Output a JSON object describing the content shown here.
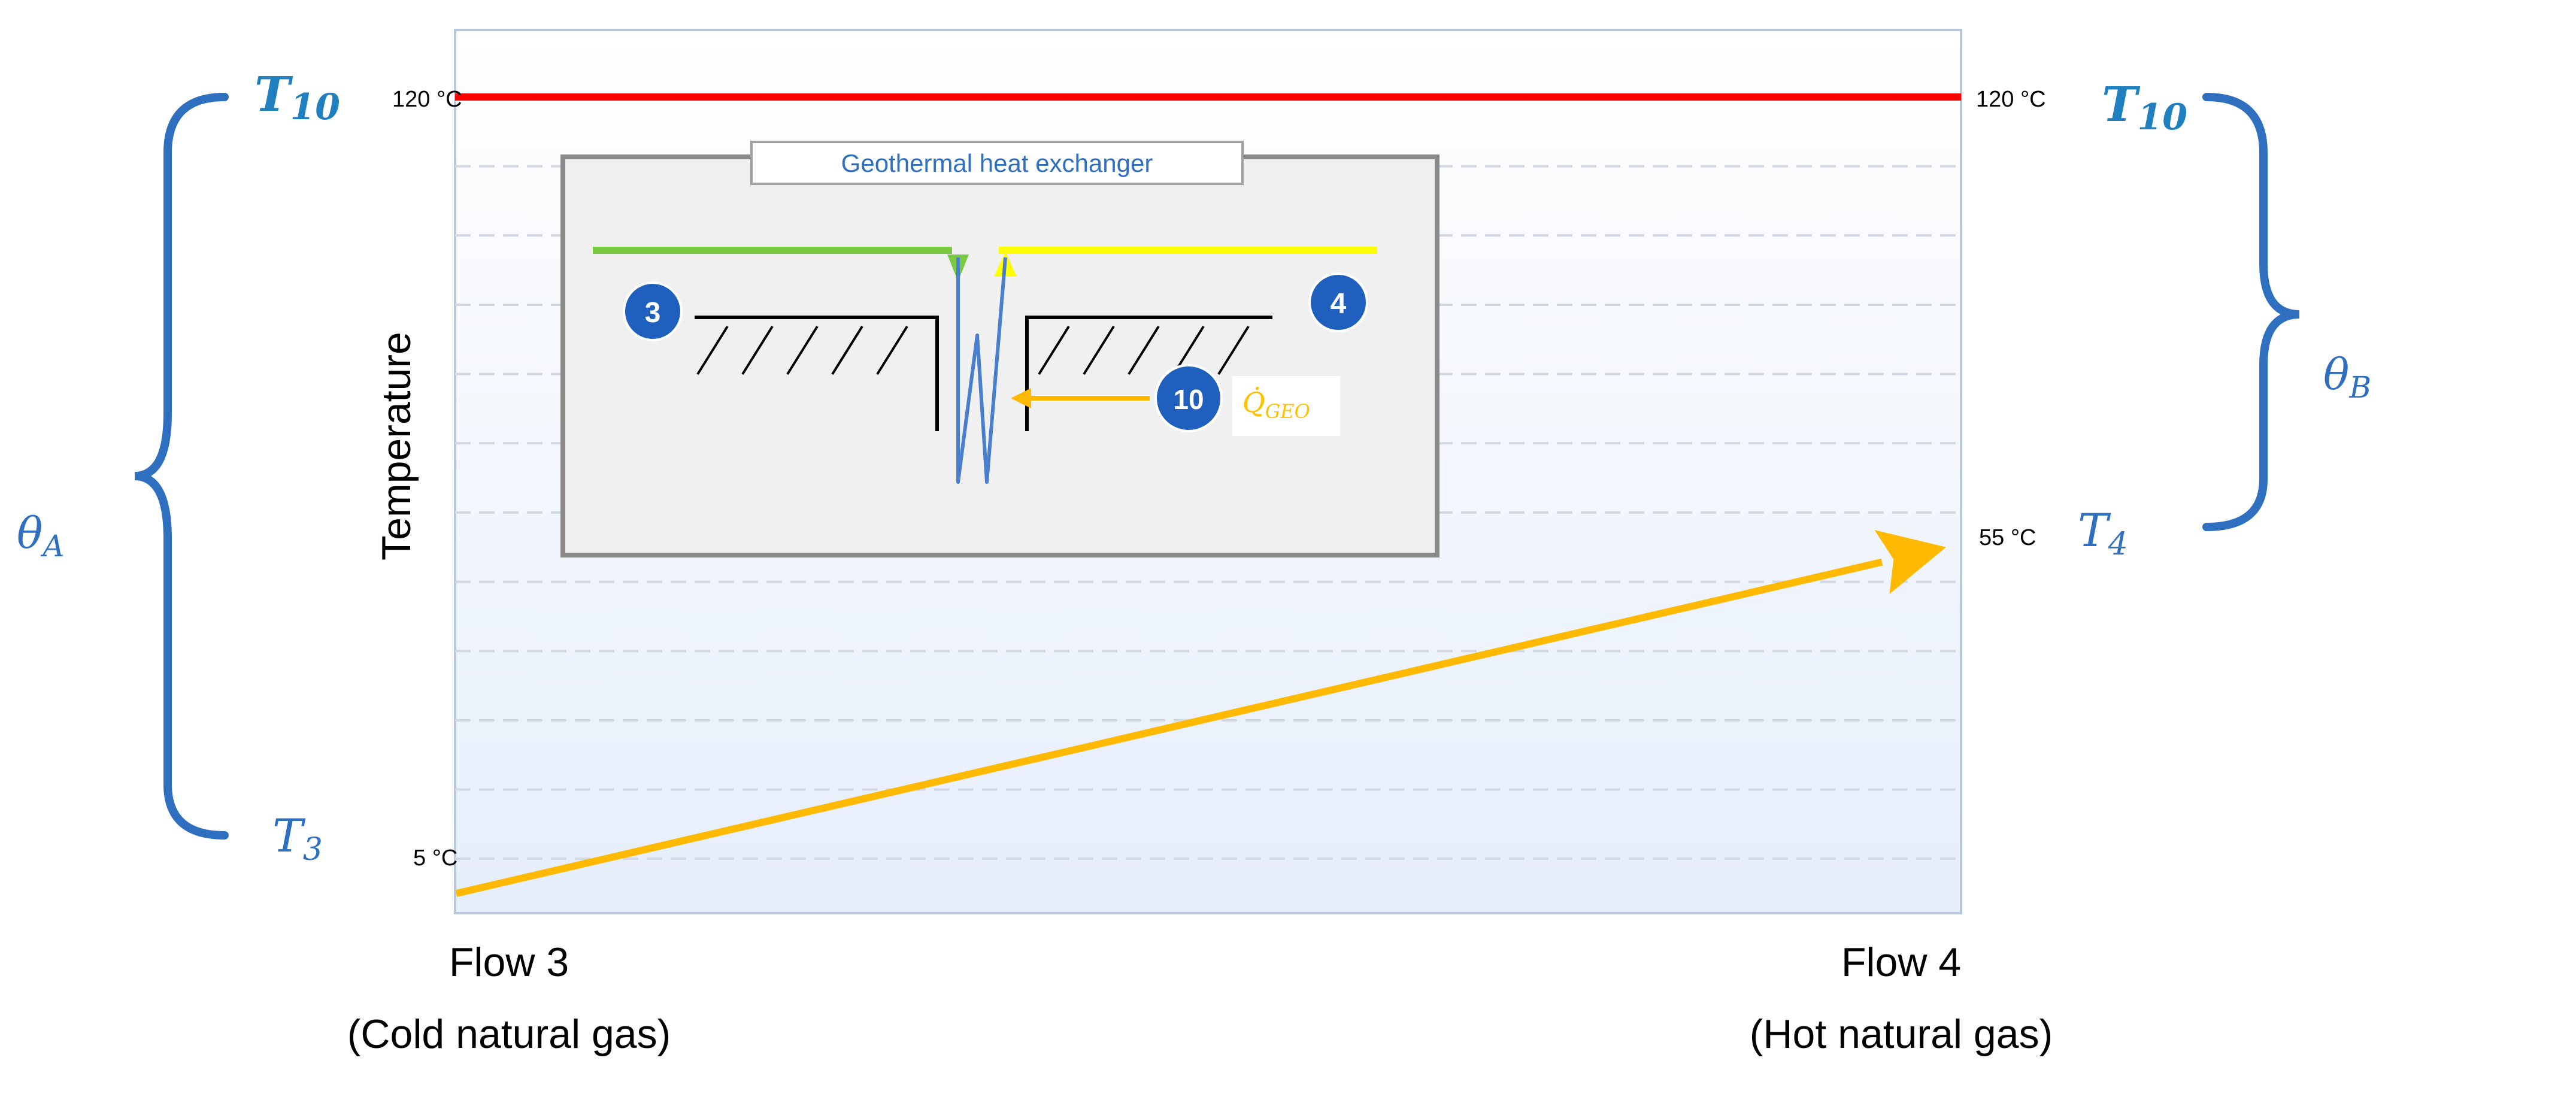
{
  "chart_data": {
    "type": "line",
    "ylabel": "Temperature",
    "x": [
      "Flow 3",
      "Flow 4"
    ],
    "x_sublabels": [
      "(Cold natural gas)",
      "(Hot natural gas)"
    ],
    "series": [
      {
        "values": [
          120,
          120
        ],
        "color": "#ff0000"
      },
      {
        "values": [
          5,
          55
        ],
        "color": "#ffb900"
      }
    ],
    "ylim": [
      0,
      130
    ],
    "grid": true,
    "tick_labels": {
      "t10_left": "120 °C",
      "t10_right": "120 °C",
      "t3": "5 °C",
      "t4": "55 °C"
    }
  },
  "symbols": {
    "T10": "T",
    "T10_sub": "10",
    "T3": "T",
    "T3_sub": "3",
    "T4": "T",
    "T4_sub": "4",
    "thetaA": "θ",
    "thetaA_sub": "A",
    "thetaB": "θ",
    "thetaB_sub": "B"
  },
  "inset": {
    "title": "Geothermal heat exchanger",
    "node_3": "3",
    "node_4": "4",
    "node_10": "10",
    "q_symbol": "Q̇",
    "q_sub": "GEO"
  },
  "colors": {
    "hot_line": "#ff0000",
    "heating_arrow": "#ffb900",
    "brace": "#2f6fc0",
    "node": "#1f5fbd",
    "green_flow": "#7ac943",
    "yellow_flow": "#ffff00",
    "plot_bg_top": "#ffffff",
    "plot_bg_bottom": "#e6eefb"
  }
}
